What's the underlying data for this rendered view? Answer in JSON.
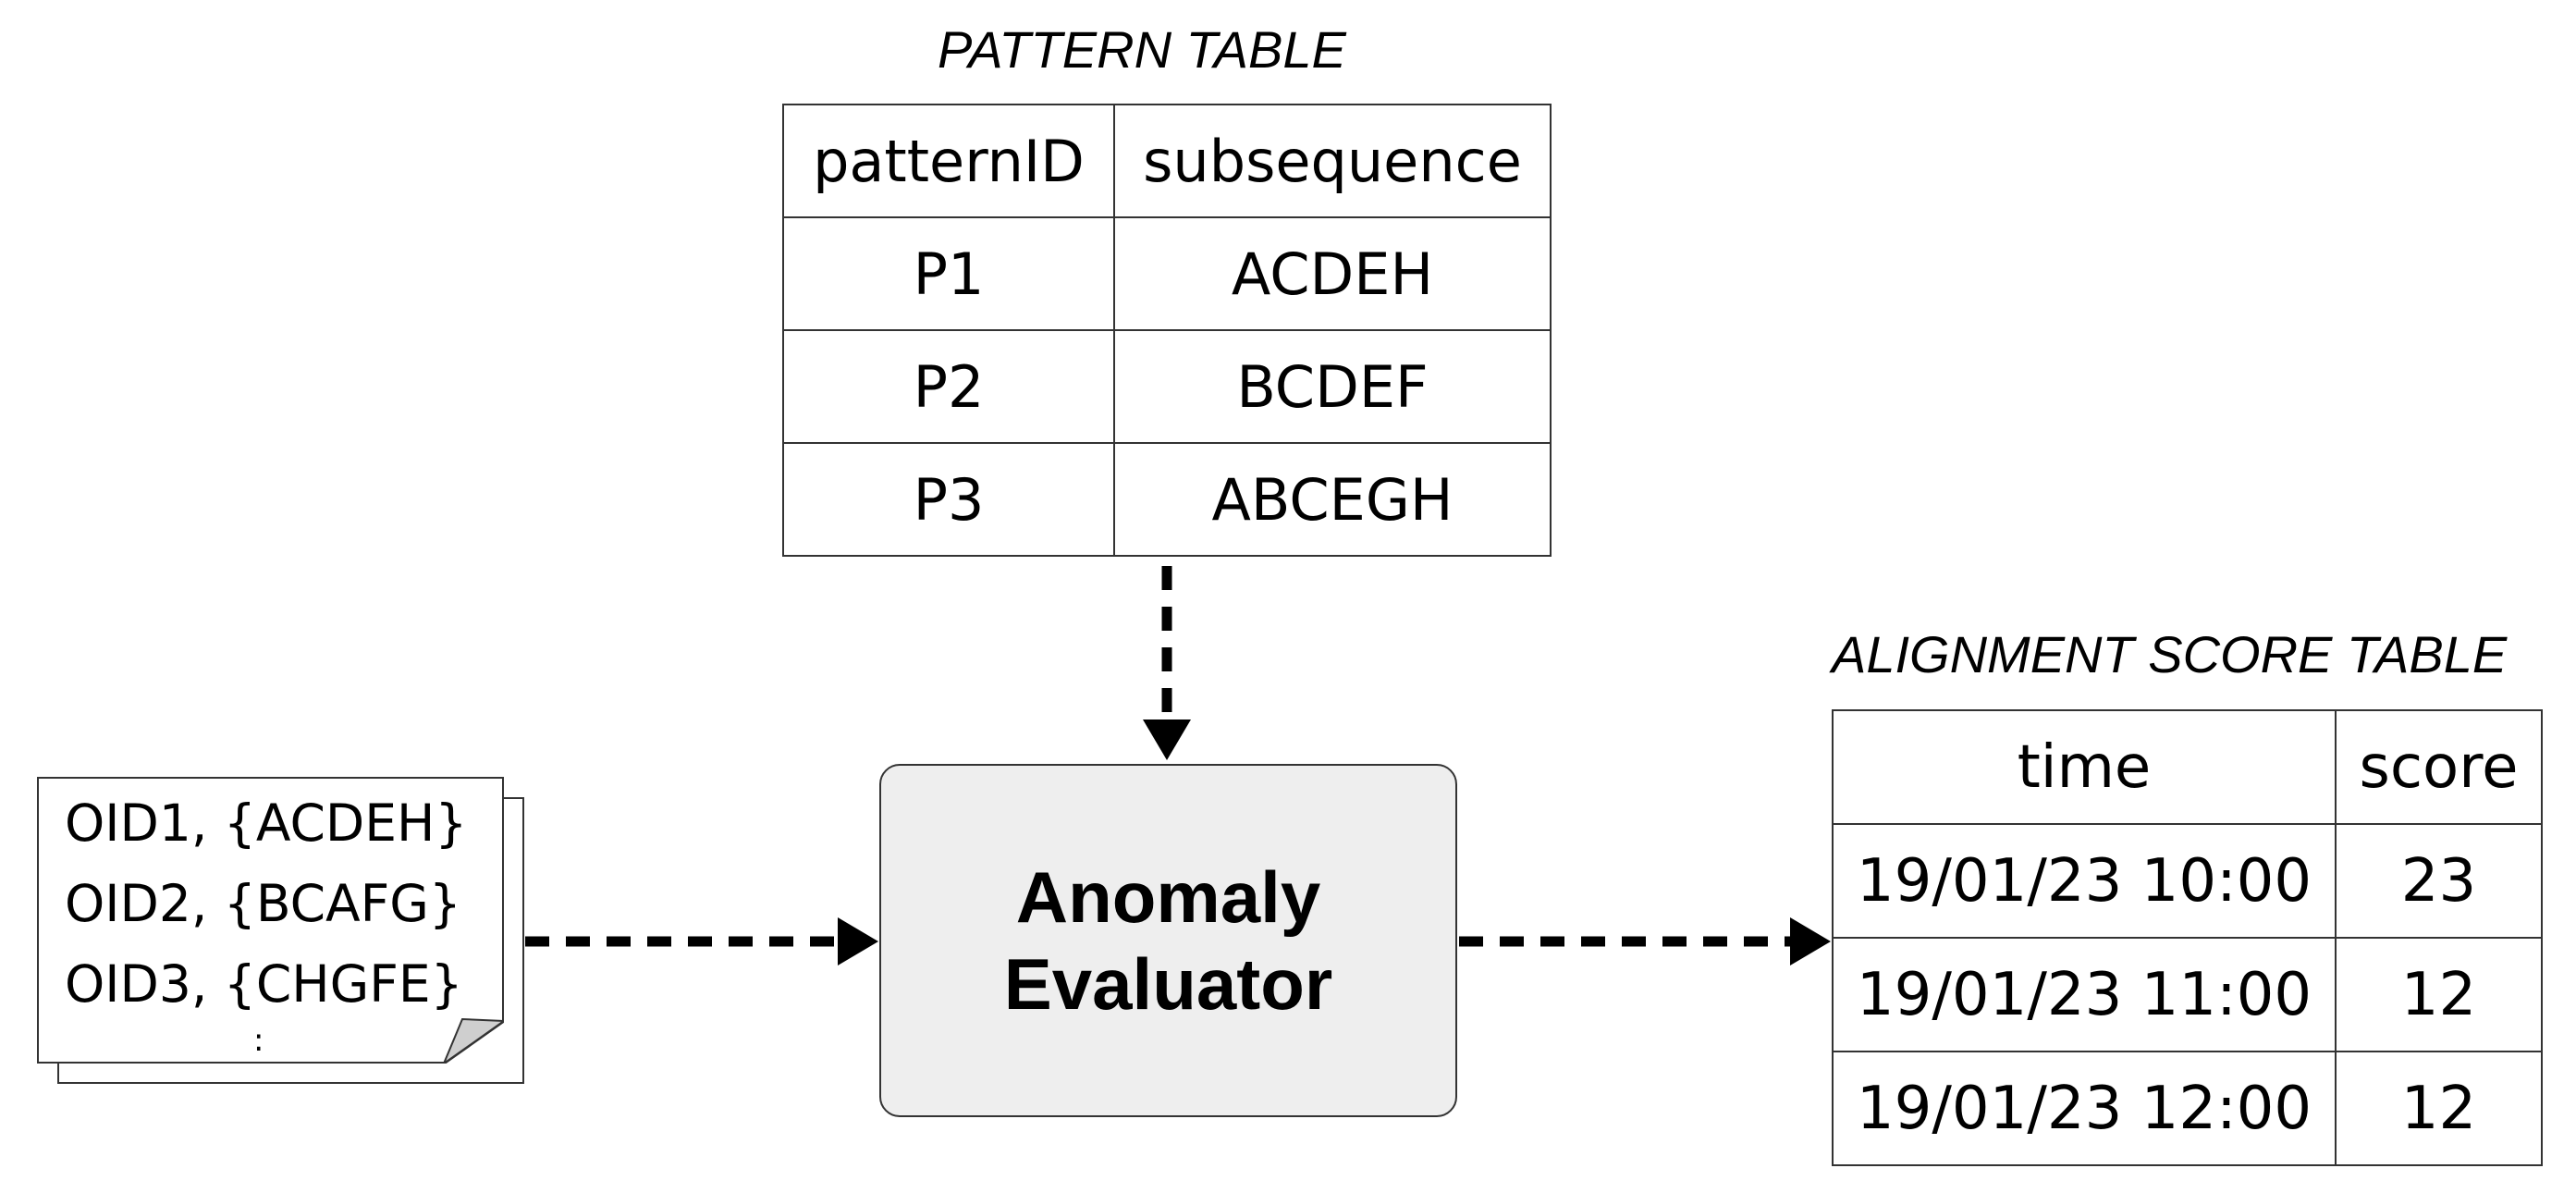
{
  "pattern_table": {
    "caption": "PATTERN TABLE",
    "headers": [
      "patternID",
      "subsequence"
    ],
    "rows": [
      [
        "P1",
        "ACDEH"
      ],
      [
        "P2",
        "BCDEF"
      ],
      [
        "P3",
        "ABCEGH"
      ]
    ]
  },
  "input_document": {
    "lines": [
      "OID1, {ACDEH}",
      "OID2, {BCAFG}",
      "OID3, {CHGFE}"
    ],
    "continuation": ":"
  },
  "evaluator": {
    "line1": "Anomaly",
    "line2": "Evaluator"
  },
  "alignment_table": {
    "caption": "ALIGNMENT SCORE TABLE",
    "headers": [
      "time",
      "score"
    ],
    "rows": [
      [
        "19/01/23 10:00",
        "23"
      ],
      [
        "19/01/23 11:00",
        "12"
      ],
      [
        "19/01/23 12:00",
        "12"
      ]
    ]
  },
  "colors": {
    "line": "#000000",
    "border": "#333333",
    "evaluator_fill": "#eeeeee",
    "fold_fill": "#cfcfcf"
  }
}
